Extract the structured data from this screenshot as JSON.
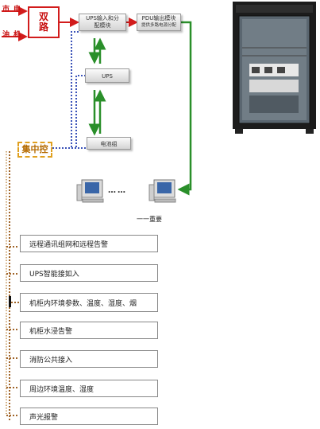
{
  "sources": {
    "mains": "市电",
    "generator": "油机"
  },
  "switch_box": {
    "label": "双路"
  },
  "modules": {
    "ups_distribution": "UPS输入和分配模块",
    "pdu": {
      "title": "PDU输出模块",
      "subtitle": "提供多路电源分配"
    },
    "ups": "UPS",
    "battery": "电池组"
  },
  "central_control": "集中控",
  "terminals": {
    "ellipsis": "……"
  },
  "legend": {
    "line": "一一重要"
  },
  "features": [
    "远程通讯组网和远程告警",
    "UPS智能接如入",
    "机柜内环境参数、温度、湿度、烟",
    "机柜水浸告警",
    "消防公共接入",
    "周边环境温度、湿度",
    "声光报警"
  ],
  "colors": {
    "red": "#d21c1c",
    "green": "#2a8f2a",
    "blue_dotted": "#3a52b8",
    "brown_dotted": "#a06428"
  }
}
